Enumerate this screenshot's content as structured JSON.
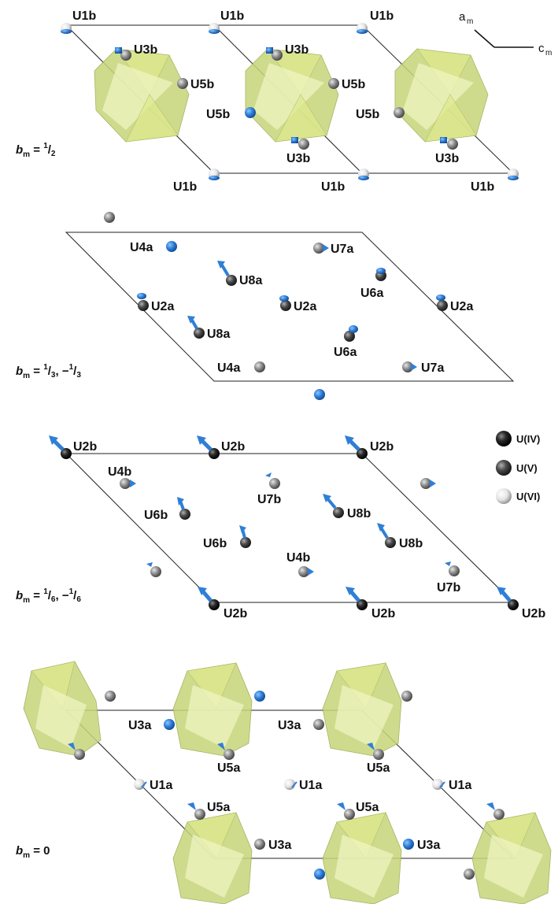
{
  "axes": {
    "a_label": "a",
    "a_sub": "m",
    "c_label": "c",
    "c_sub": "m"
  },
  "legend": [
    {
      "label": "U(IV)",
      "kind": "dark"
    },
    {
      "label": "U(V)",
      "kind": "grey"
    },
    {
      "label": "U(VI)",
      "kind": "light"
    }
  ],
  "layers": [
    {
      "id": "half",
      "bm": {
        "var": "b",
        "sub": "m",
        "eq": " = ",
        "sup1": "1",
        "slash1": "/",
        "den1": "2",
        "sep": "",
        "sup2": "",
        "slash2": "",
        "den2": ""
      },
      "labels": [
        "U1b",
        "U1b",
        "U1b",
        "U3b",
        "U3b",
        "U5b",
        "U5b",
        "U5b",
        "U5b",
        "U3b",
        "U3b",
        "U1b",
        "U1b",
        "U1b"
      ]
    },
    {
      "id": "third",
      "bm": {
        "var": "b",
        "sub": "m",
        "eq": " = ",
        "sup1": "1",
        "slash1": "/",
        "den1": "3",
        "sep": ", −",
        "sup2": "1",
        "slash2": "/",
        "den2": "3"
      },
      "labels": [
        "U4a",
        "U7a",
        "U8a",
        "U6a",
        "U2a",
        "U2a",
        "U2a",
        "U8a",
        "U6a",
        "U4a",
        "U7a"
      ]
    },
    {
      "id": "sixth",
      "bm": {
        "var": "b",
        "sub": "m",
        "eq": " = ",
        "sup1": "1",
        "slash1": "/",
        "den1": "6",
        "sep": ", −",
        "sup2": "1",
        "slash2": "/",
        "den2": "6"
      },
      "labels": [
        "U2b",
        "U2b",
        "U2b",
        "U4b",
        "U7b",
        "U8b",
        "U6b",
        "U8b",
        "U6b",
        "U4b",
        "U7b",
        "U2b",
        "U2b",
        "U2b"
      ]
    },
    {
      "id": "zero",
      "bm": {
        "var": "b",
        "sub": "m",
        "eq": " = 0",
        "sup1": "",
        "slash1": "",
        "den1": "",
        "sep": "",
        "sup2": "",
        "slash2": "",
        "den2": ""
      },
      "labels": [
        "U3a",
        "U3a",
        "U5a",
        "U5a",
        "U1a",
        "U1a",
        "U1a",
        "U5a",
        "U5a",
        "U3a",
        "U3a"
      ]
    }
  ],
  "colors": {
    "blue": "#2f7fd6",
    "dark": "#3a3a3a",
    "grey": "#8c8c8c",
    "light": "#e8e8e8",
    "poly": "#c6d57a"
  }
}
